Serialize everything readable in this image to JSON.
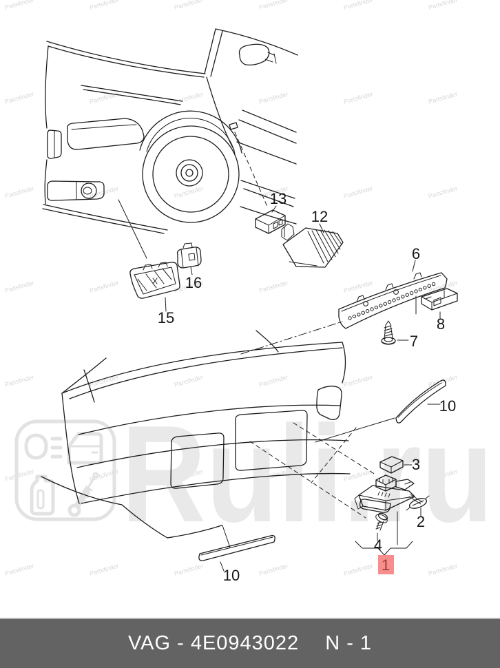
{
  "watermark": {
    "tile_text": "Partsfinder",
    "brand_text": "Ruli.ru"
  },
  "footer": {
    "catalog_code": "VAG - 4E0943022",
    "page_ref": "N - 1"
  },
  "highlight": {
    "box_color": "#f78d8d",
    "label_color": "#9e3e36"
  },
  "parts": [
    {
      "label": "1",
      "highlighted": true
    },
    {
      "label": "2"
    },
    {
      "label": "3"
    },
    {
      "label": "4"
    },
    {
      "label": "6"
    },
    {
      "label": "7"
    },
    {
      "label": "8"
    },
    {
      "label": "10"
    },
    {
      "label": "10"
    },
    {
      "label": "12"
    },
    {
      "label": "13"
    },
    {
      "label": "15"
    },
    {
      "label": "16"
    }
  ]
}
